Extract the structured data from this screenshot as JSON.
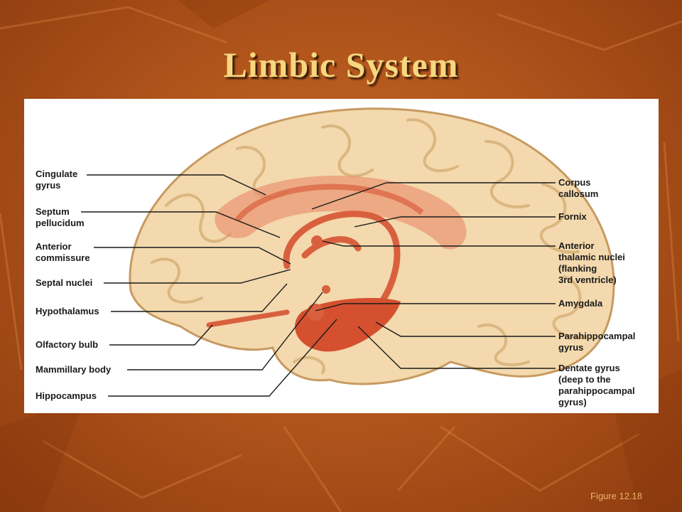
{
  "slide": {
    "title": "Limbic System",
    "caption": "Figure 12.18"
  },
  "labels": {
    "cingulate_gyrus": "Cingulate\ngyrus",
    "septum_pellucidum": "Septum\npellucidum",
    "anterior_commissure": "Anterior\ncommissure",
    "septal_nuclei": "Septal nuclei",
    "hypothalamus": "Hypothalamus",
    "olfactory_bulb": "Olfactory bulb",
    "mammillary_body": "Mammillary body",
    "hippocampus": "Hippocampus",
    "corpus_callosum": "Corpus\ncallosum",
    "fornix": "Fornix",
    "anterior_thalamic_nuclei": "Anterior\nthalamic nuclei\n(flanking\n3rd ventricle)",
    "amygdala": "Amygdala",
    "parahippocampal_gyrus": "Parahippocampal\ngyrus",
    "dentate_gyrus": "Dentate gyrus\n(deep to the\nparahippocampal\ngyrus)"
  },
  "colors": {
    "background": "#b2561c",
    "title": "#f6d77e",
    "brain": "#f3d9ad",
    "limbic": "#d9603e"
  }
}
